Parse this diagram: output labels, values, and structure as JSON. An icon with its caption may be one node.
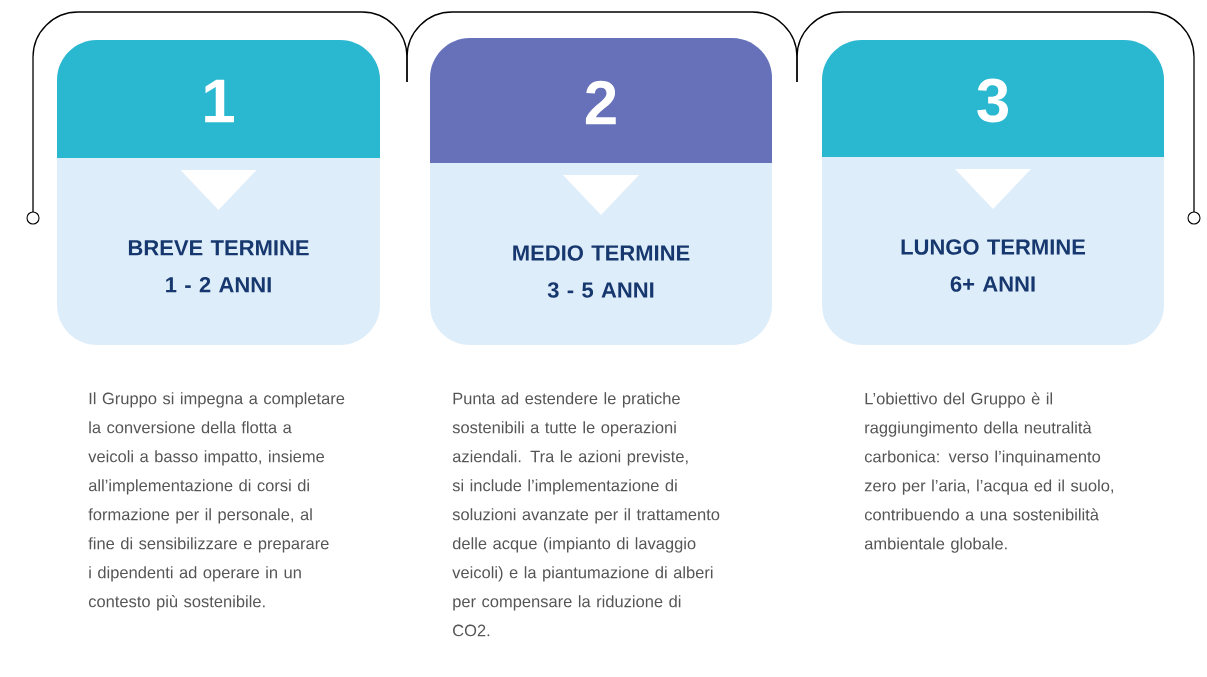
{
  "diagram": {
    "nodes": [
      {
        "text": [
          "1",
          "BREVE TERMINE 1 - 2 ANNI"
        ],
        "beside": [
          "Il Gruppo si impegna a completare la conversione della flotta a veicoli a basso impatto, insieme all’implementazione di corsi di formazione per il personale, al fine di sensibilizzare e preparare i dipendenti ad operare in un contesto più sostenibile."
        ]
      },
      {
        "text": [
          "2",
          "MEDIO TERMINE 3 - 5 ANNI"
        ],
        "beside": [
          "Punta ad estendere le pratiche sostenibili a tutte le operazioni aziendali. Tra le azioni previste, si include l’implementazione di soluzioni avanzate per il trattamento delle acque (impianto di lavaggio veicoli) e la piantumazione di alberi per compensare la riduzione di CO2."
        ]
      },
      {
        "text": [
          "3",
          "LUNGO TERMINE 6+ ANNI"
        ],
        "beside": [
          "L’obiettivo del Gruppo è il raggiungimento della neutralità carbonica: verso l’inquinamento zero per l’aria, l’acqua ed il suolo, contribuendo a una sostenibilità ambientale globale."
        ]
      }
    ]
  }
}
